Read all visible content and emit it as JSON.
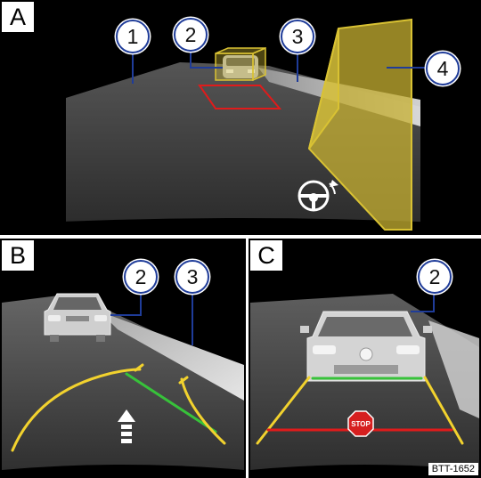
{
  "panels": {
    "a": {
      "label": "A"
    },
    "b": {
      "label": "B"
    },
    "c": {
      "label": "C"
    }
  },
  "callouts": {
    "a": [
      "1",
      "2",
      "3",
      "4"
    ],
    "b": [
      "2",
      "3"
    ],
    "c": [
      "2"
    ]
  },
  "stop_sign": "STOP",
  "figure_ref": "BTT-1652",
  "colors": {
    "callout_border": "#1f3c99",
    "guide_yellow": "#f2d22e",
    "guide_green": "#37c23a",
    "guide_red": "#e01b1b",
    "zone_yellow": "#d9c233",
    "stop_red": "#d61f1f"
  }
}
